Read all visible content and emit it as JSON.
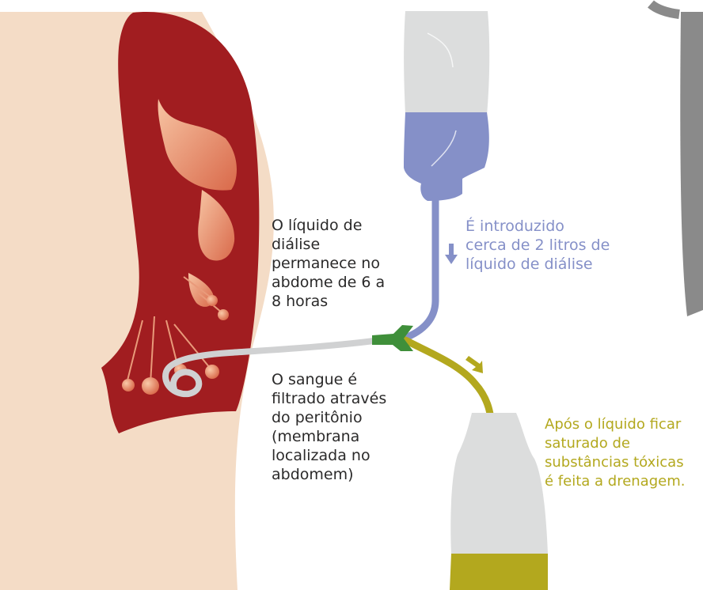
{
  "labels": {
    "dwell": "O líquido de\ndiálise\npermanece no\nabdome de 6 a\n8 horas",
    "filtered": "O sangue é\nfiltrado através\ndo peritônio\n(membrana\nlocalizada no\nabdomem)",
    "intro": "É introduzido\ncerca de 2 litros de\nlíquido de diálise",
    "drain": "Após o líquido ficar\nsaturado de\nsubstâncias tóxicas\né feita a drenagem."
  },
  "colors": {
    "skin": "#f4dcc6",
    "abdomen": "#a11d20",
    "organ": "#ee9a72",
    "fresh_fluid": "#8590c8",
    "used_fluid": "#b3a81e",
    "catheter": "#d0d1d2",
    "connector": "#3f8f3a",
    "bag_plastic": "#dcdddd",
    "stand": "#8a8a8a",
    "label_text": "#2b2a2a"
  }
}
